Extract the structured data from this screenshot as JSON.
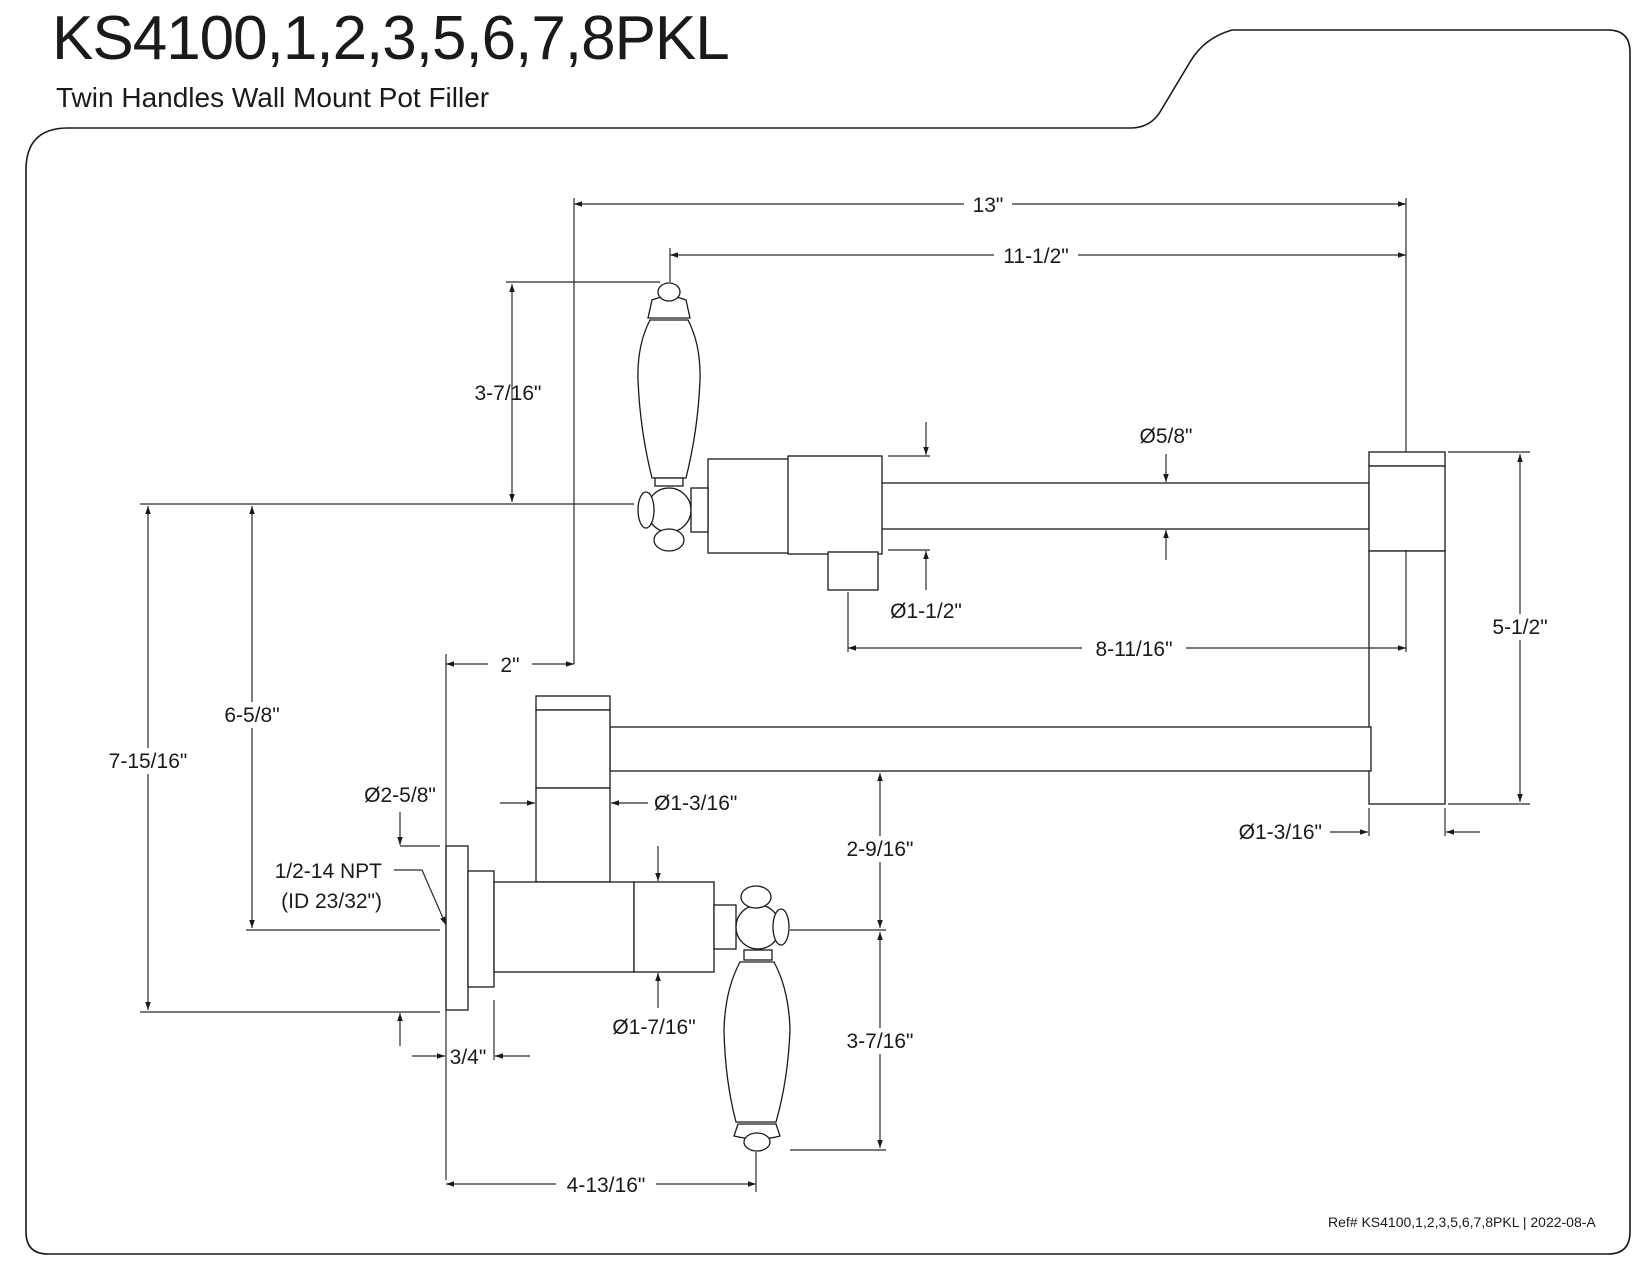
{
  "header": {
    "title": "KS4100,1,2,3,5,6,7,8PKL",
    "subtitle": "Twin Handles Wall Mount Pot Filler"
  },
  "footer": {
    "reference": "Ref# KS4100,1,2,3,5,6,7,8PKL | 2022-08-A"
  },
  "dimensions": {
    "overall_length": "13\"",
    "handle_to_end": "11-1/2\"",
    "upper_handle_height": "3-7/16\"",
    "spout_diameter": "Ø5/8\"",
    "swivel_diameter": "Ø1-1/2\"",
    "swivel_to_end": "8-11/16\"",
    "arm_height": "5-1/2\"",
    "elbow_diameter": "Ø1-3/16\"",
    "wall_offset": "2\"",
    "upper_arm_height": "6-5/8\"",
    "overall_height": "7-15/16\"",
    "flange_diameter": "Ø2-5/8\"",
    "riser_diameter": "Ø1-3/16\"",
    "thread_spec": "1/2-14 NPT",
    "thread_id": "(ID 23/32\")",
    "lower_arm_clearance": "2-9/16\"",
    "body_diameter": "Ø1-7/16\"",
    "lower_handle_height": "3-7/16\"",
    "flange_depth": "3/4\"",
    "valve_projection": "4-13/16\""
  }
}
